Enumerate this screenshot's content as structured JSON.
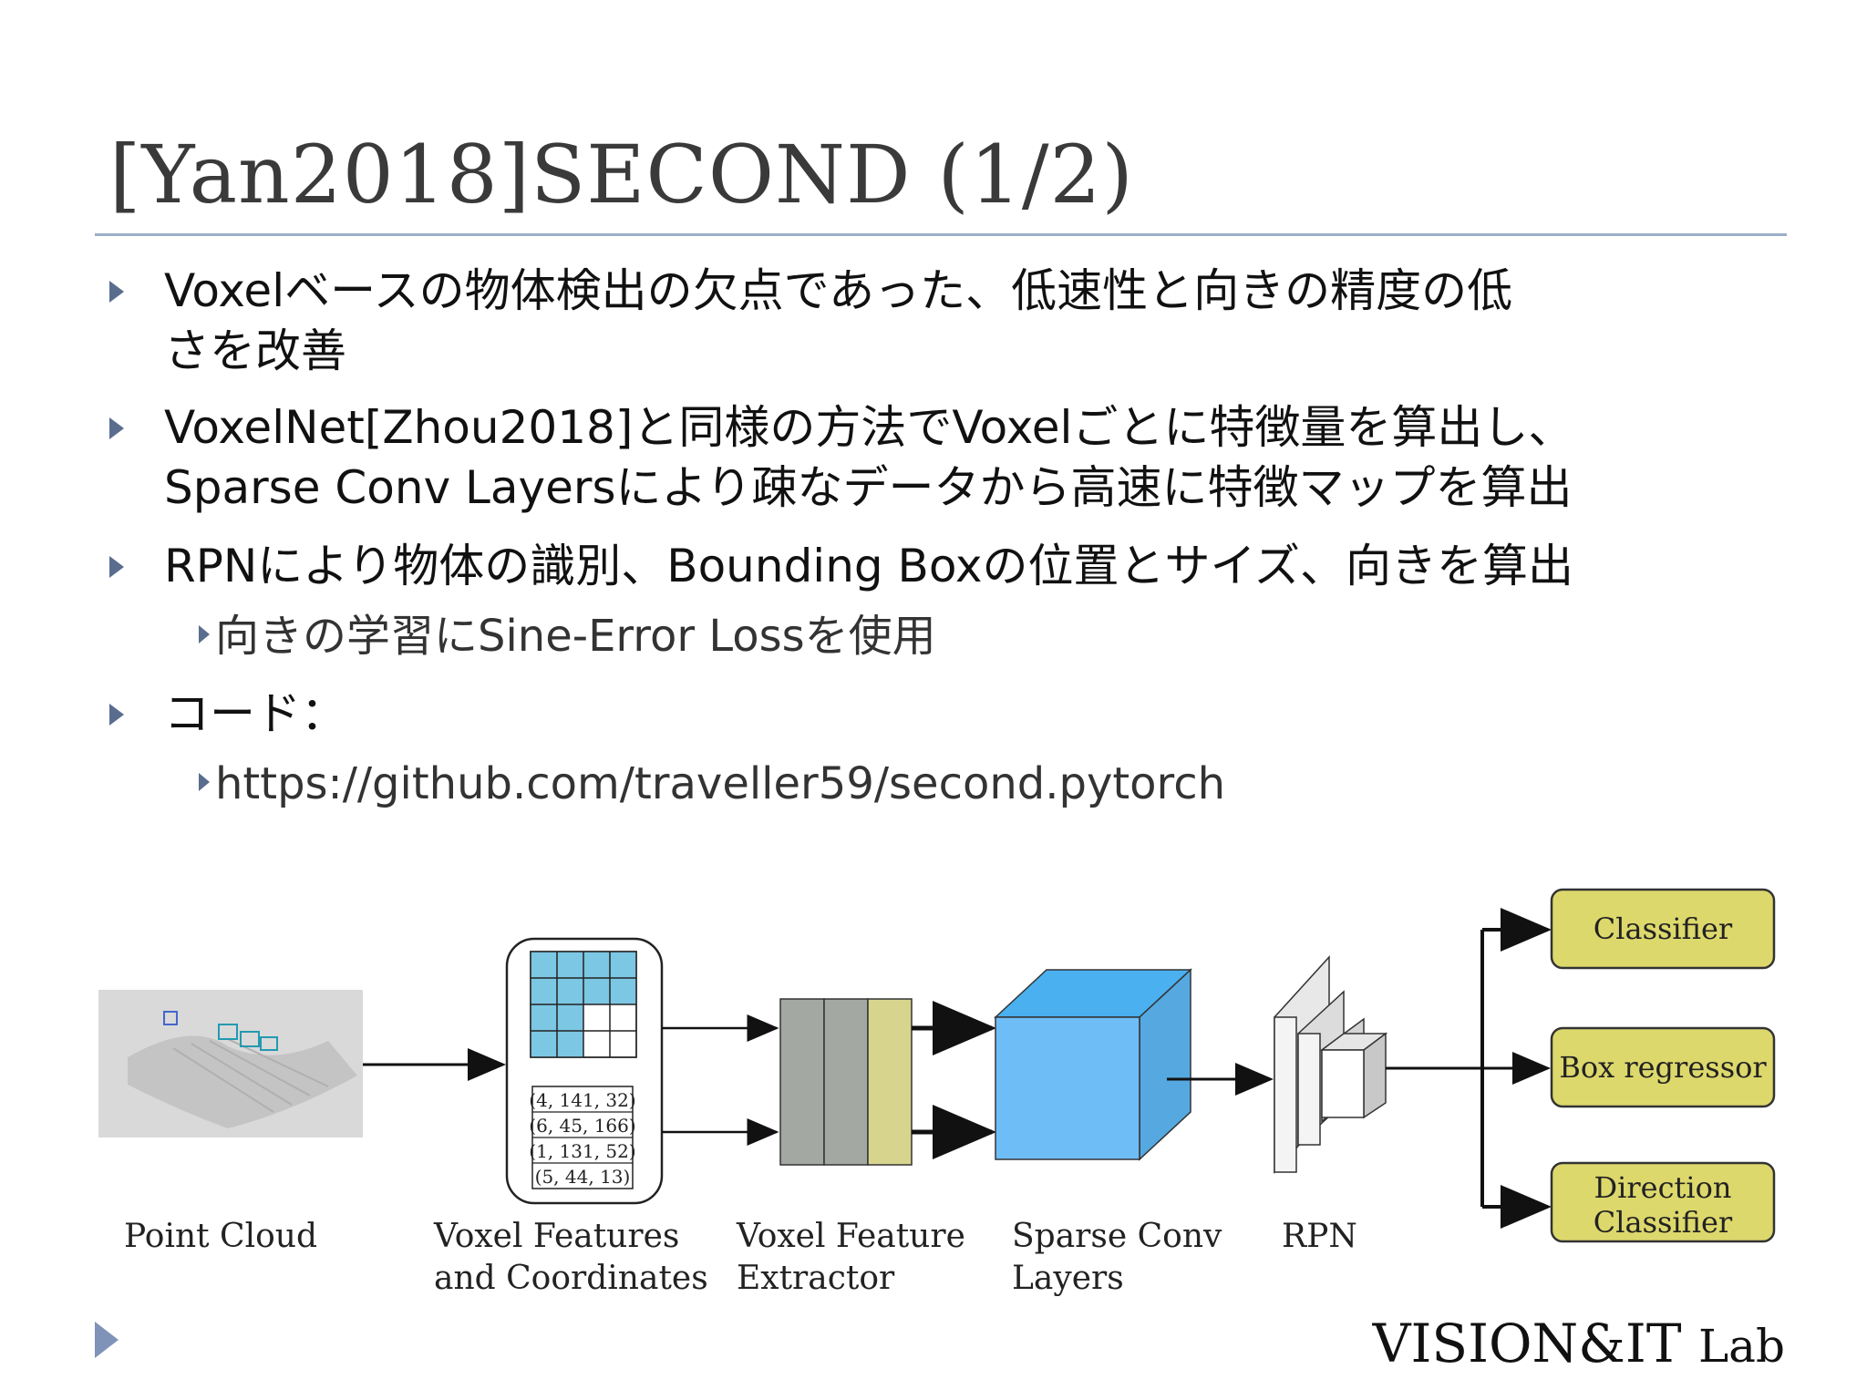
{
  "slide": {
    "title": "[Yan2018]SECOND (1/2)",
    "bullets": [
      {
        "line1": "Voxelベースの物体検出の欠点であった、低速性と向きの精度の低",
        "line2": "さを改善"
      },
      {
        "line1": "VoxelNet[Zhou2018]と同様の方法でVoxelごとに特徴量を算出し、",
        "line2": "Sparse Conv Layersにより疎なデータから高速に特徴マップを算出"
      },
      {
        "line1": "RPNにより物体の識別、Bounding Boxの位置とサイズ、向きを算出",
        "sub": "向きの学習にSine-Error Lossを使用"
      },
      {
        "line1": "コード：",
        "sub": "https://github.com/traveller59/second.pytorch"
      }
    ],
    "logo_main": "VISION&IT",
    "logo_lab": "Lab"
  },
  "figure": {
    "labels": {
      "point_cloud": "Point Cloud",
      "voxel_features_1": "Voxel Features",
      "voxel_features_2": "and Coordinates",
      "extractor_1": "Voxel Feature",
      "extractor_2": "Extractor",
      "sparse_1": "Sparse Conv",
      "sparse_2": "Layers",
      "rpn": "RPN"
    },
    "coords": [
      "(4, 141, 32)",
      "(6, 45, 166)",
      "(1, 131, 52)",
      "(5, 44, 13)"
    ],
    "heads": {
      "classifier": "Classifier",
      "box_regressor": "Box regressor",
      "direction_1": "Direction",
      "direction_2": "Classifier"
    },
    "colors": {
      "voxel_blue": "#7cc7e3",
      "cube_blue": "#6fbdf7",
      "extractor_gray": "#a3a8a2",
      "extractor_yellow": "#d7d48e",
      "head_fill": "#ddd86c"
    }
  }
}
